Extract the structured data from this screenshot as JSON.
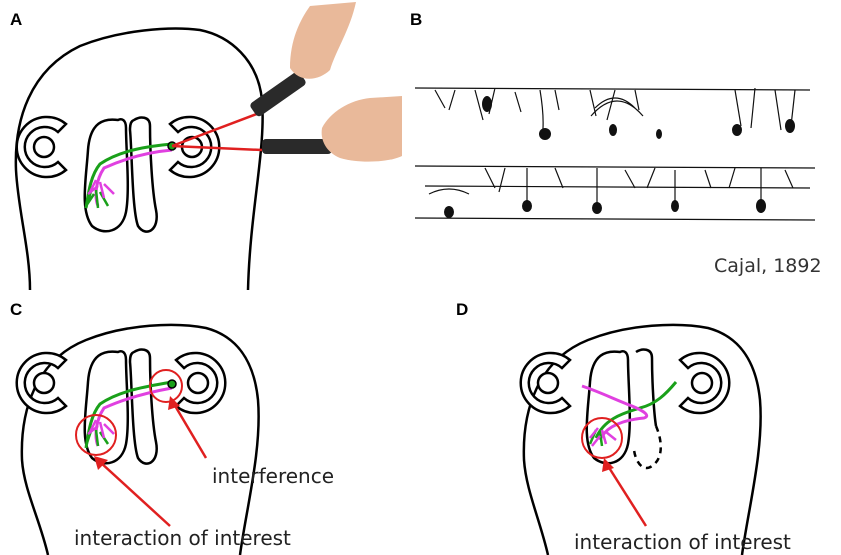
{
  "panels": {
    "a": {
      "letter": "A"
    },
    "b": {
      "letter": "B",
      "citation": "Cajal, 1892"
    },
    "c": {
      "letter": "C",
      "annotation_interference": "interference",
      "annotation_interest": "interaction of interest"
    },
    "d": {
      "letter": "D",
      "annotation_interest": "interaction of interest"
    }
  },
  "colors": {
    "outline": "#000000",
    "axon_green": "#1aa01a",
    "axon_magenta": "#e040e0",
    "laser_red": "#e02020",
    "highlight_circle": "#e02020",
    "pointer_body": "#2a2a2a",
    "hand_skin": "#e9b99a"
  }
}
